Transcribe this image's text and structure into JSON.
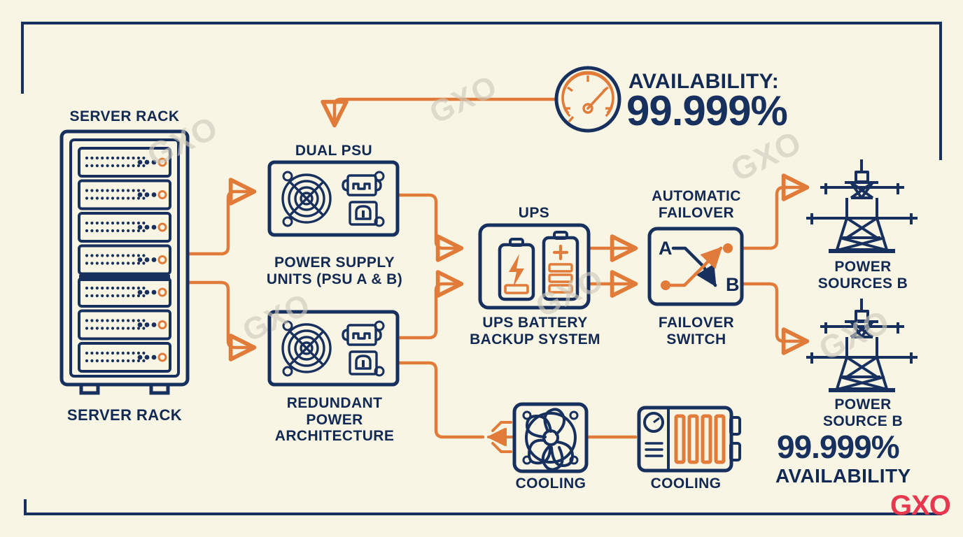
{
  "meta": {
    "background_color": "#f8f5e4",
    "navy": "#17305e",
    "orange": "#e07b39",
    "red": "#e8384f",
    "watermark_color": "#cfcbbd"
  },
  "labels": {
    "server_rack_top": "SERVER RACK",
    "server_rack_bottom": "SERVER RACK",
    "dual_psu": "DUAL PSU",
    "power_supply_units": "POWER SUPPLY\nUNITS (PSU A & B)",
    "redundant_power_architecture": "REDUNDANT\nPOWER\nARCHITECTURE",
    "ups": "UPS",
    "ups_battery_backup": "UPS BATTERY\nBACKUP SYSTEM",
    "automatic_failover": "AUTOMATIC\nFAILOVER",
    "failover_switch": "FAILOVER\nSWITCH",
    "power_sources_b": "POWER\nSOURCES B",
    "power_source_b": "POWER\nSOURCE B",
    "cooling_fan": "COOLING",
    "cooling_radiator": "COOLING",
    "switch_a": "A",
    "switch_b": "B"
  },
  "availability_top": {
    "caption": "AVAILABILITY:",
    "value": "99.999%"
  },
  "availability_bottom": {
    "value": "99.999%",
    "caption": "AVAILABILITY"
  },
  "brand": {
    "logo": "GXO",
    "watermarks": [
      "GXO",
      "GXO",
      "GXO",
      "GXO",
      "GXO",
      "GXO"
    ]
  },
  "icons": {
    "gauge": "gauge-icon",
    "server_rack": "server-rack-icon",
    "psu_a": "power-supply-unit-icon",
    "psu_b": "power-supply-unit-icon",
    "ups": "ups-battery-icon",
    "failover": "failover-switch-icon",
    "tower_a": "transmission-tower-icon",
    "tower_b": "transmission-tower-icon",
    "fan": "cooling-fan-icon",
    "radiator": "cooling-radiator-icon"
  },
  "server_rack": {
    "unit_count": 7,
    "highlighted_unit_index": 3
  },
  "ups_batteries": [
    {
      "symbol": "lightning-bolt",
      "bars": 1
    },
    {
      "symbol": "plus",
      "bars": 3
    }
  ]
}
